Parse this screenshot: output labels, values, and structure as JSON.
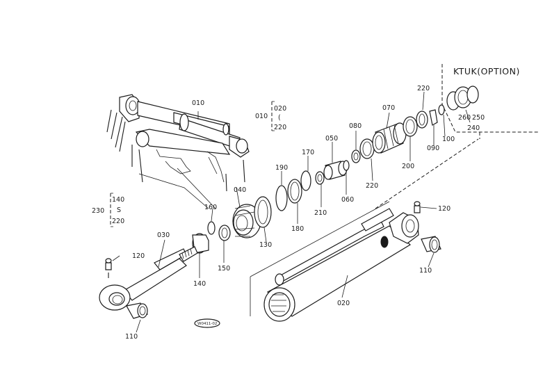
{
  "diagram": {
    "option_title": "KTUK(OPTION)",
    "stamp": "W0411-02",
    "part_labels": {
      "p010": "010",
      "p020": "020",
      "p030": "030",
      "p040": "040",
      "p050": "050",
      "p060": "060",
      "p070": "070",
      "p080": "080",
      "p090": "090",
      "p100": "100",
      "p110a": "110",
      "p110b": "110",
      "p120a": "120",
      "p120b": "120",
      "p130": "130",
      "p140": "140",
      "p150": "150",
      "p160": "160",
      "p170": "170",
      "p180": "180",
      "p190": "190",
      "p200": "200",
      "p210": "210",
      "p220a": "220",
      "p220b": "220",
      "p240": "240",
      "p250": "250",
      "p260": "260"
    },
    "group_010": {
      "main": "010",
      "from": "020",
      "range": "(",
      "to": "220"
    },
    "group_230": {
      "main": "230",
      "from": "140",
      "range": "S",
      "to": "220"
    }
  }
}
